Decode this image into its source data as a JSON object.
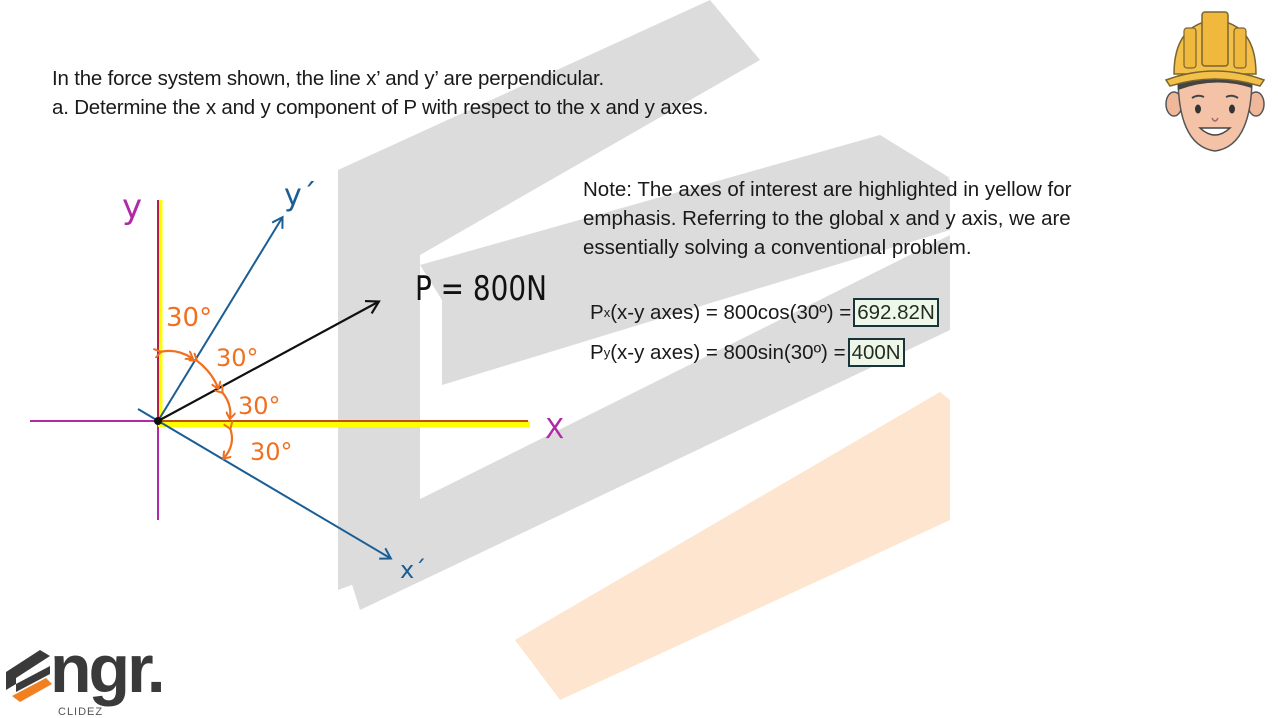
{
  "problem": {
    "line1": "In the force system shown, the line x’ and y’  are perpendicular.",
    "line2": "a. Determine the x and y component of P with respect to the x and y axes."
  },
  "note": {
    "text": "Note: The axes of interest are highlighted in yellow for emphasis. Referring to the global x and y axis, we are essentially solving a conventional problem."
  },
  "equations": [
    {
      "symbol": "P",
      "sub": "x",
      "expr": " (x-y axes) = 800cos(30º) =",
      "answer": "692.82N"
    },
    {
      "symbol": "P",
      "sub": "y",
      "expr": " (x-y axes) = 800sin(30º) =",
      "answer": "400N"
    }
  ],
  "diagram": {
    "force_label": "P = 800N",
    "axis_x": "X",
    "axis_y": "y",
    "axis_x_prime": "x´",
    "axis_y_prime": "y´",
    "angles": [
      "30°",
      "30°",
      "30°",
      "30°"
    ],
    "colors": {
      "global_axes": "#b02aa6",
      "highlight": "#ffff00",
      "highlight_core": "#c0500a",
      "prime_axes": "#1b5e94",
      "force": "#111111",
      "angles": "#f07020"
    }
  },
  "branding": {
    "logo_text": "ngr.",
    "logo_sub": "CLIDEZ",
    "accent": "#f08020"
  }
}
